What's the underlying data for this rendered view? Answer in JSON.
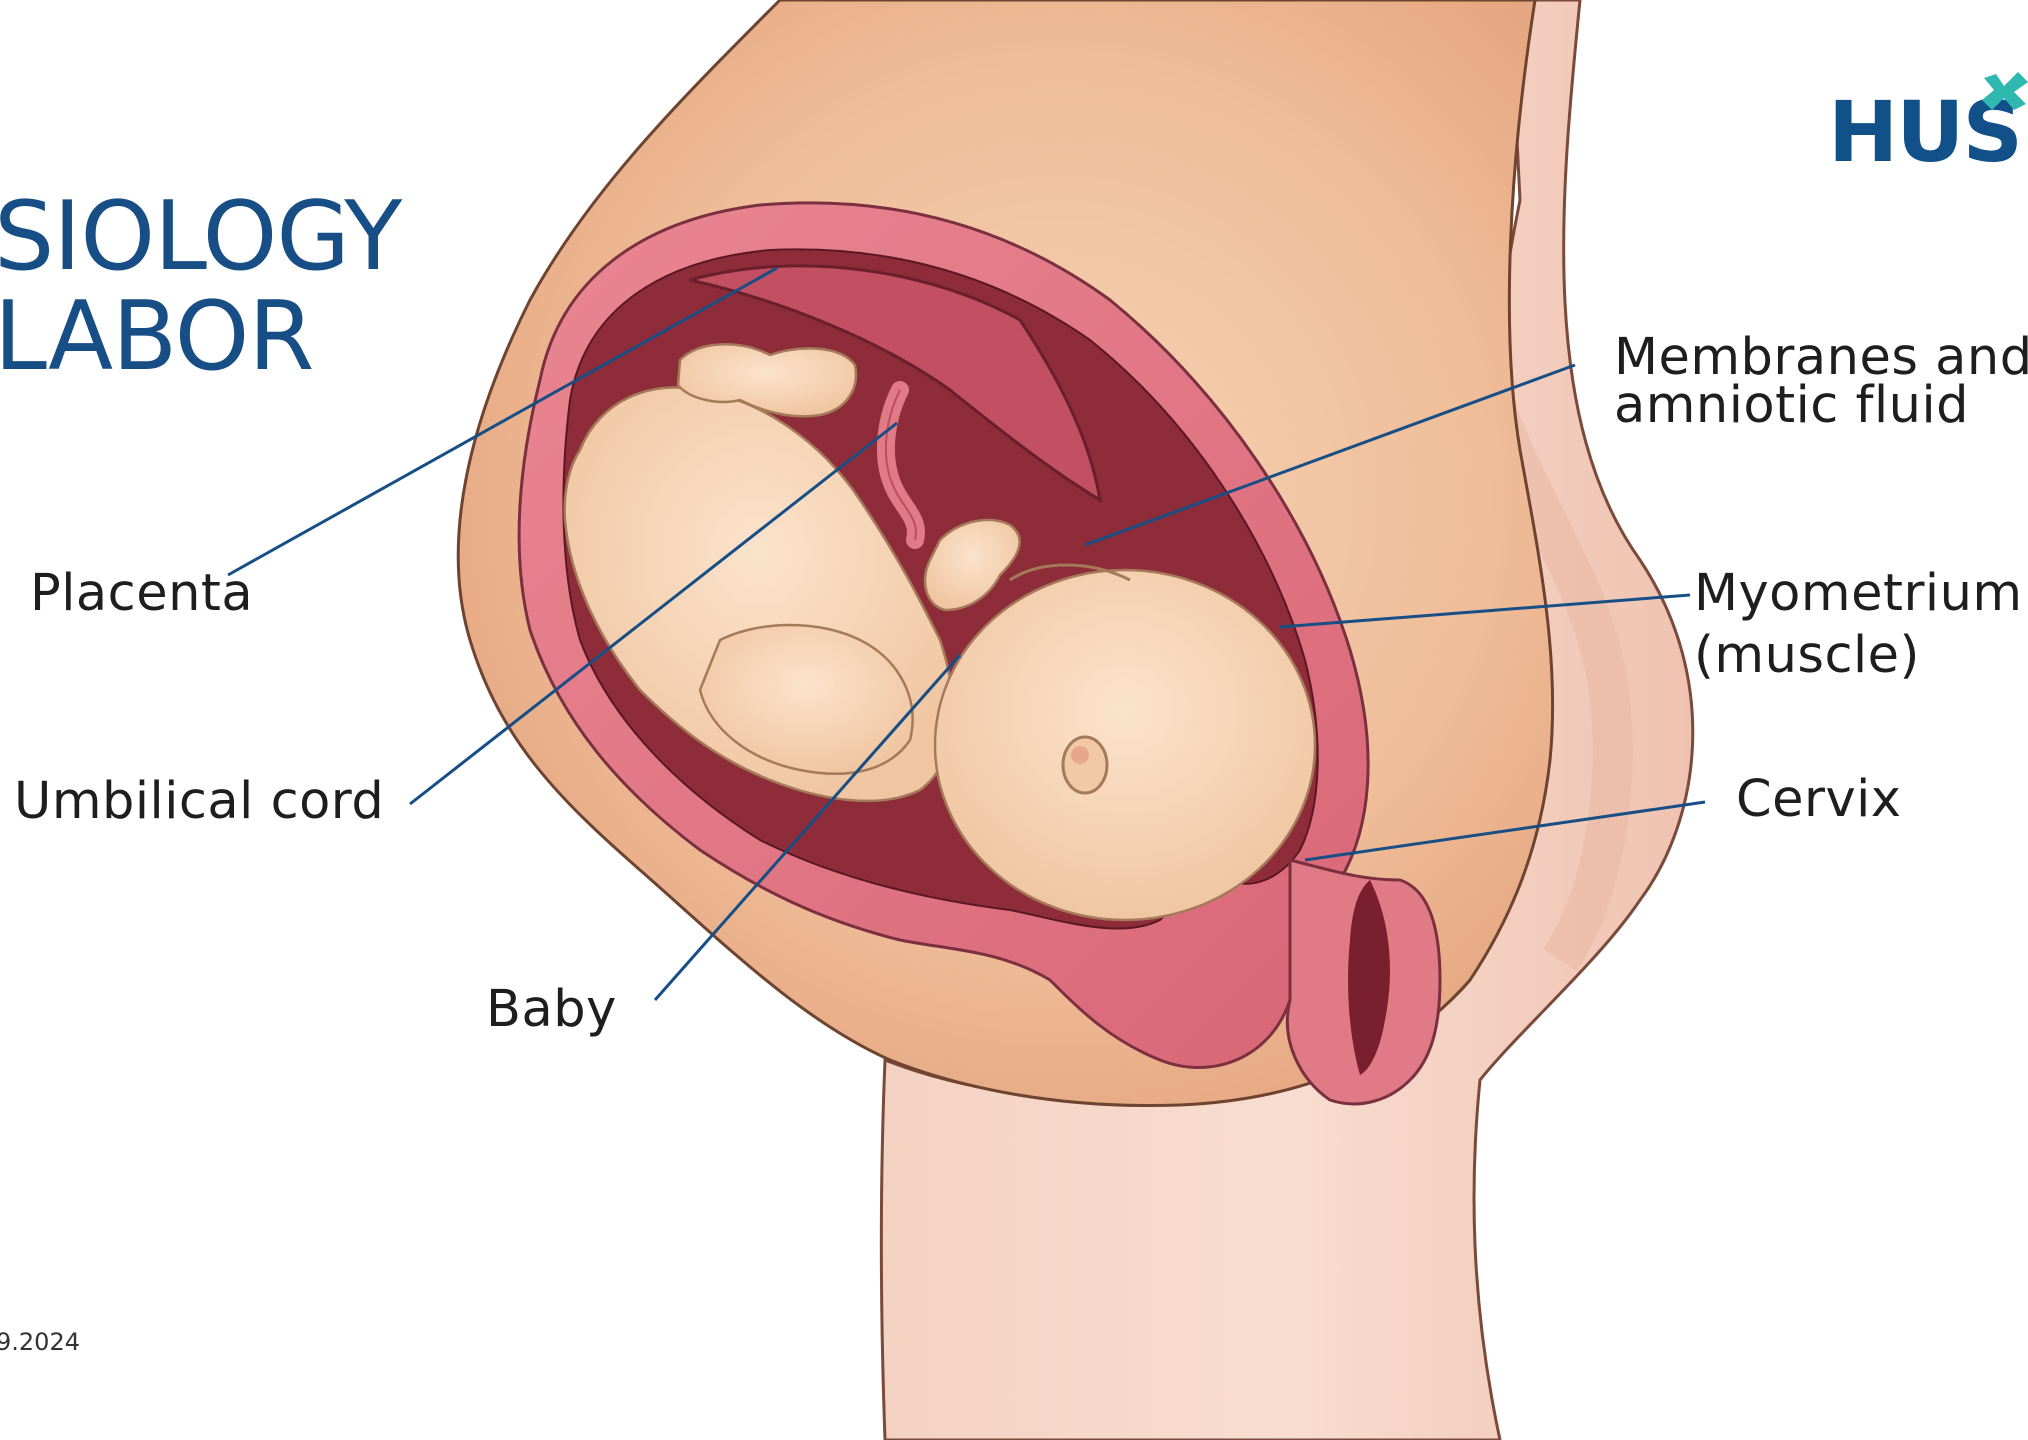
{
  "title": {
    "line1": "SIOLOGY",
    "line2": "LABOR"
  },
  "footer": {
    "date": "9.2024"
  },
  "logo": {
    "text": "HUS",
    "accent_color": "#2fb8b0",
    "brand_color": "#12508a"
  },
  "labels": {
    "placenta": "Placenta",
    "umbilical_cord": "Umbilical cord",
    "baby": "Baby",
    "membranes_line1": "Membranes and",
    "membranes_line2": "amniotic fluid",
    "myometrium_line1": "Myometrium",
    "myometrium_line2": "(muscle)",
    "cervix": "Cervix"
  },
  "colors": {
    "leader_line": "#164e85",
    "title": "#164e85",
    "skin": "#f2c7a6",
    "uterus_wall": "#e07a86",
    "amniotic_cavity": "#8e2c3a"
  }
}
